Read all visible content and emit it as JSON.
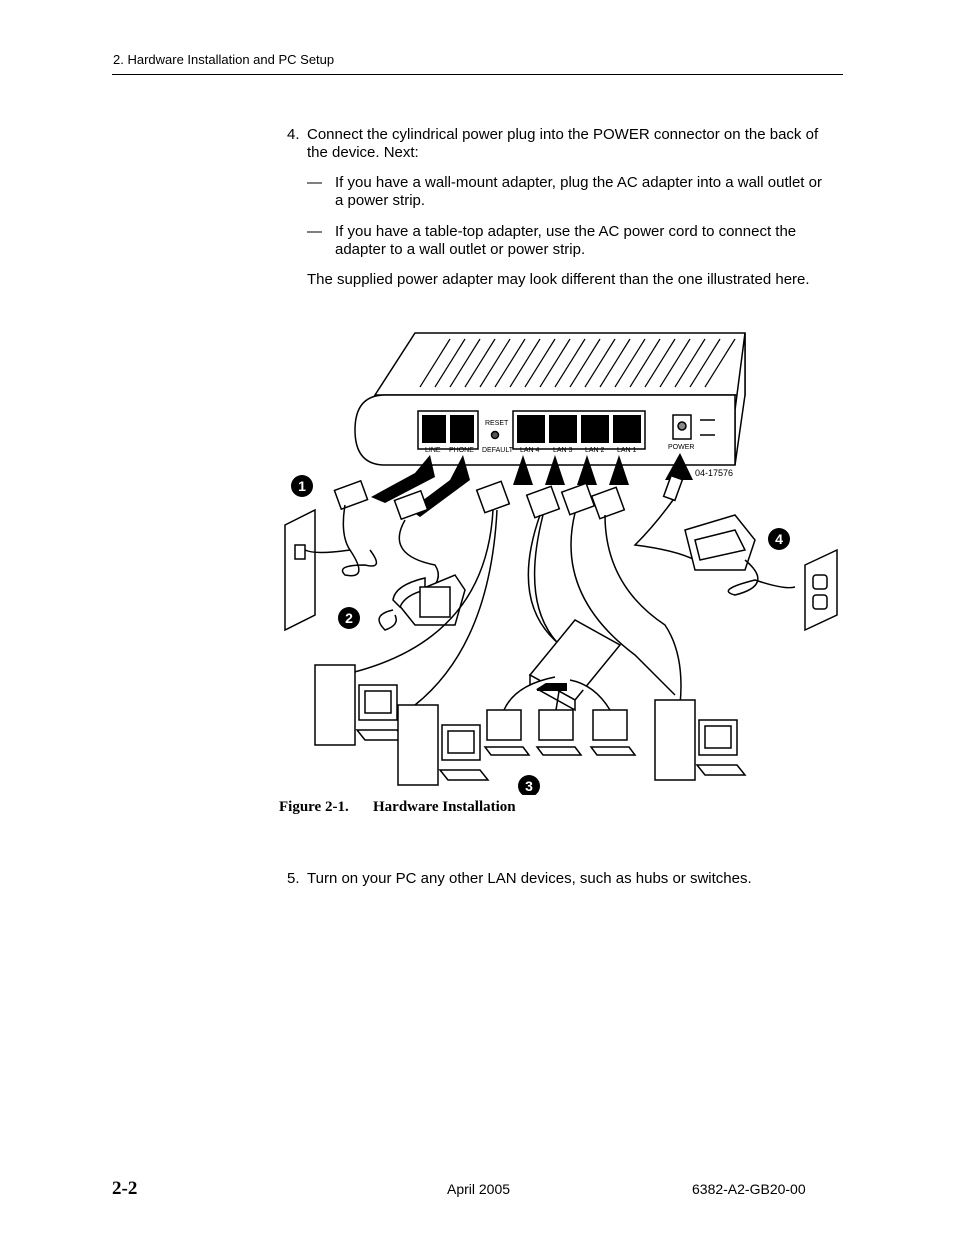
{
  "header": {
    "section": "2. Hardware Installation and PC Setup"
  },
  "steps": {
    "step4": {
      "number": "4.",
      "text_line1": "Connect the cylindrical power plug into the POWER connector on the back of",
      "text_line2": "the device. Next:",
      "bullets": [
        {
          "dash": "—",
          "line1": "If you have a wall-mount adapter, plug the AC adapter into a wall outlet or",
          "line2": "a power strip."
        },
        {
          "dash": "—",
          "line1": "If you have a table-top adapter, use the AC power cord to connect the",
          "line2": "adapter to a wall outlet or power strip."
        }
      ],
      "note": "The supplied power adapter may look different than the one illustrated here."
    },
    "step5": {
      "number": "5.",
      "text": "Turn on your PC any other LAN devices, such as hubs or switches."
    }
  },
  "figure": {
    "port_labels": [
      "LINE",
      "PHONE",
      "DEFAULT",
      "LAN 4",
      "LAN 3",
      "LAN 2",
      "LAN 1",
      "POWER"
    ],
    "reset_label": "RESET",
    "part_number": "04-17576",
    "callouts": [
      "1",
      "2",
      "3",
      "4"
    ],
    "caption_label": "Figure 2-1.",
    "caption_title": "Hardware Installation"
  },
  "footer": {
    "page": "2-2",
    "date": "April 2005",
    "doc_number": "6382-A2-GB20-00"
  }
}
